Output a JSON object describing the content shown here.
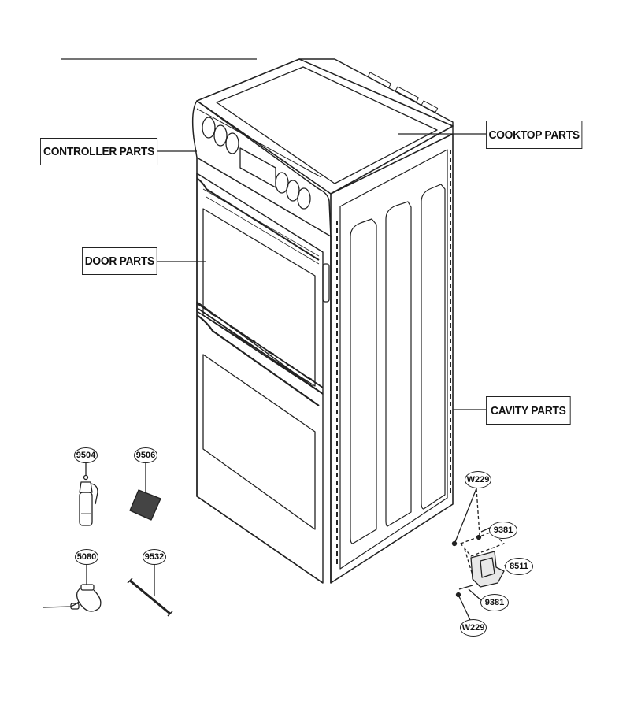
{
  "section_labels": {
    "controller": "CONTROLLER  PARTS",
    "door": "DOOR PARTS",
    "cooktop": "COOKTOP PARTS",
    "cavity": "CAVITY PARTS"
  },
  "part_numbers": {
    "p9504": "9504",
    "p9506": "9506",
    "p5080": "5080",
    "p9532": "9532",
    "w229_top": "W229",
    "p9381_top": "9381",
    "p8511": "8511",
    "p9381_bottom": "9381",
    "w229_bottom": "W229"
  },
  "colors": {
    "line": "#222222",
    "background": "#ffffff"
  }
}
